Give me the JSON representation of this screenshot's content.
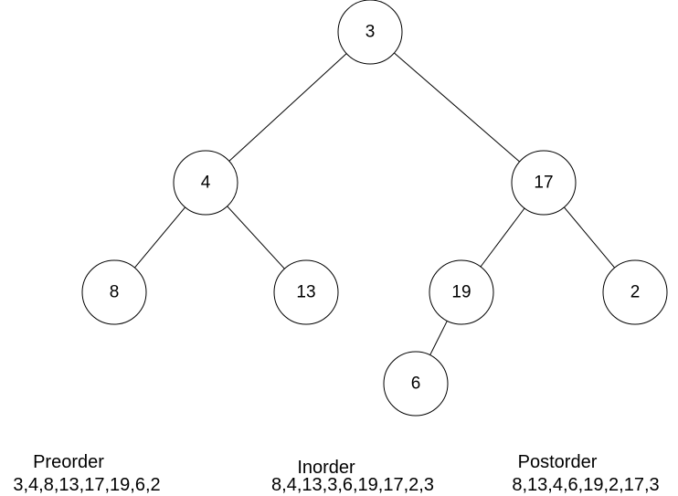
{
  "tree": {
    "nodes": [
      {
        "id": "n3",
        "label": "3"
      },
      {
        "id": "n4",
        "label": "4"
      },
      {
        "id": "n17",
        "label": "17"
      },
      {
        "id": "n8",
        "label": "8"
      },
      {
        "id": "n13",
        "label": "13"
      },
      {
        "id": "n19",
        "label": "19"
      },
      {
        "id": "n2",
        "label": "2"
      },
      {
        "id": "n6",
        "label": "6"
      }
    ],
    "edges": [
      {
        "from": "n3",
        "to": "n4"
      },
      {
        "from": "n3",
        "to": "n17"
      },
      {
        "from": "n4",
        "to": "n8"
      },
      {
        "from": "n4",
        "to": "n13"
      },
      {
        "from": "n17",
        "to": "n19"
      },
      {
        "from": "n17",
        "to": "n2"
      },
      {
        "from": "n19",
        "to": "n6"
      }
    ]
  },
  "traversals": {
    "preorder": {
      "title": "Preorder",
      "sequence": "3,4,8,13,17,19,6,2"
    },
    "inorder": {
      "title": "Inorder",
      "sequence": "8,4,13,3,6,19,17,2,3"
    },
    "postorder": {
      "title": "Postorder",
      "sequence": "8,13,4,6,19,2,17,3"
    }
  },
  "colors": {
    "stroke": "#000000",
    "node_fill": "#ffffff",
    "text": "#000000"
  }
}
